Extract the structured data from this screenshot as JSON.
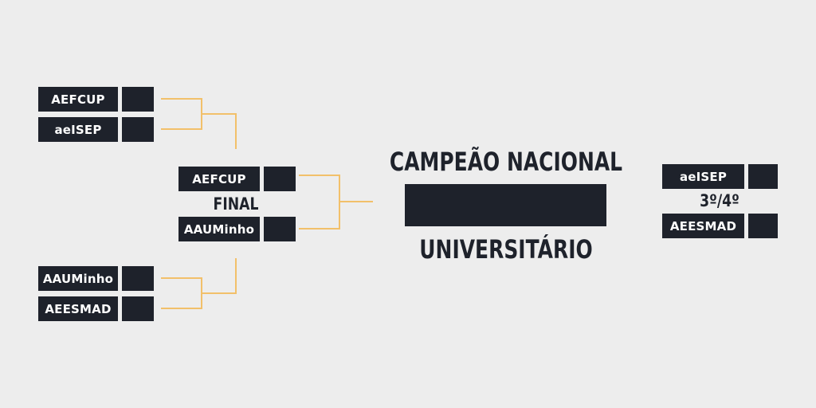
{
  "bracket": {
    "semifinal_1": {
      "team_a": "AEFCUP",
      "team_b": "aeISEP"
    },
    "semifinal_2": {
      "team_a": "AAUMinho",
      "team_b": "AEESMAD"
    },
    "final": {
      "label": "FINAL",
      "team_a": "AEFCUP",
      "team_b": "AAUMinho"
    },
    "third_place": {
      "label": "3º/4º",
      "team_a": "aeISEP",
      "team_b": "AEESMAD"
    }
  },
  "champion": {
    "title_line1": "CAMPEÃO NACIONAL",
    "title_line2": "UNIVERSITÁRIO",
    "winner": ""
  },
  "colors": {
    "background": "#ededed",
    "box": "#1e222b",
    "connector": "#f2c06a",
    "text_on_box": "#ffffff"
  }
}
